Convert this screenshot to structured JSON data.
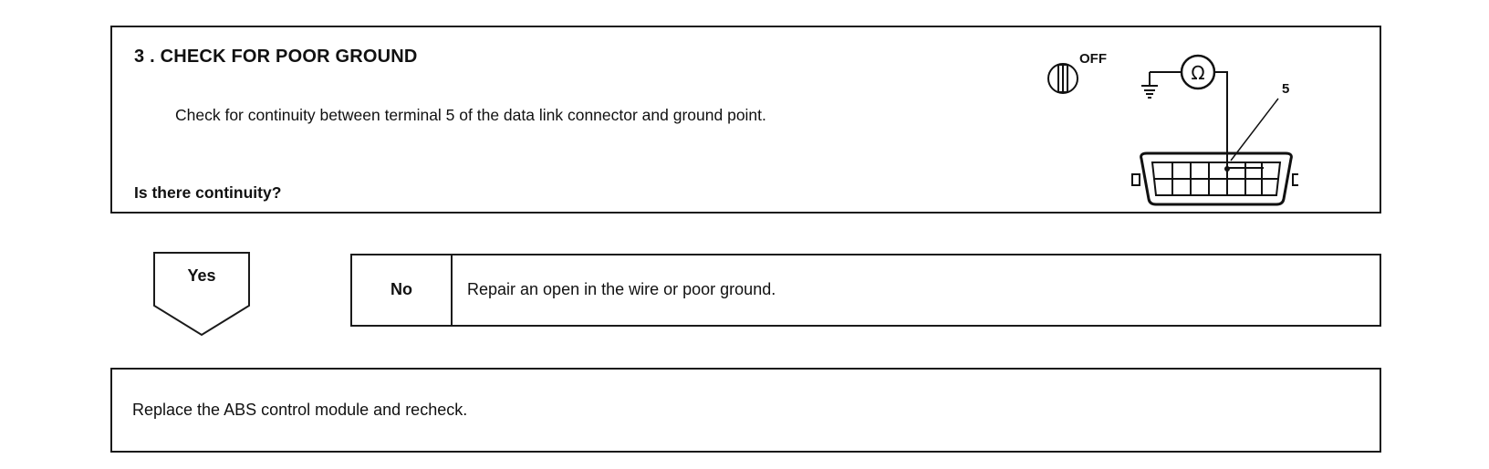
{
  "step": {
    "title": "3 . CHECK FOR POOR GROUND",
    "instruction": "Check for continuity between terminal 5 of the data link connector and ground point.",
    "question": "Is there continuity?"
  },
  "figure": {
    "ignition_state": "OFF",
    "meter_symbol": "Ω",
    "terminal_label": "5",
    "icons": [
      "ignition-key-icon",
      "ground-symbol-icon",
      "ohmmeter-icon",
      "data-link-connector-icon"
    ]
  },
  "branches": {
    "yes_label": "Yes",
    "no_label": "No",
    "no_action": "Repair an open in the wire or poor ground."
  },
  "final": {
    "action": "Replace the ABS control module and recheck."
  }
}
